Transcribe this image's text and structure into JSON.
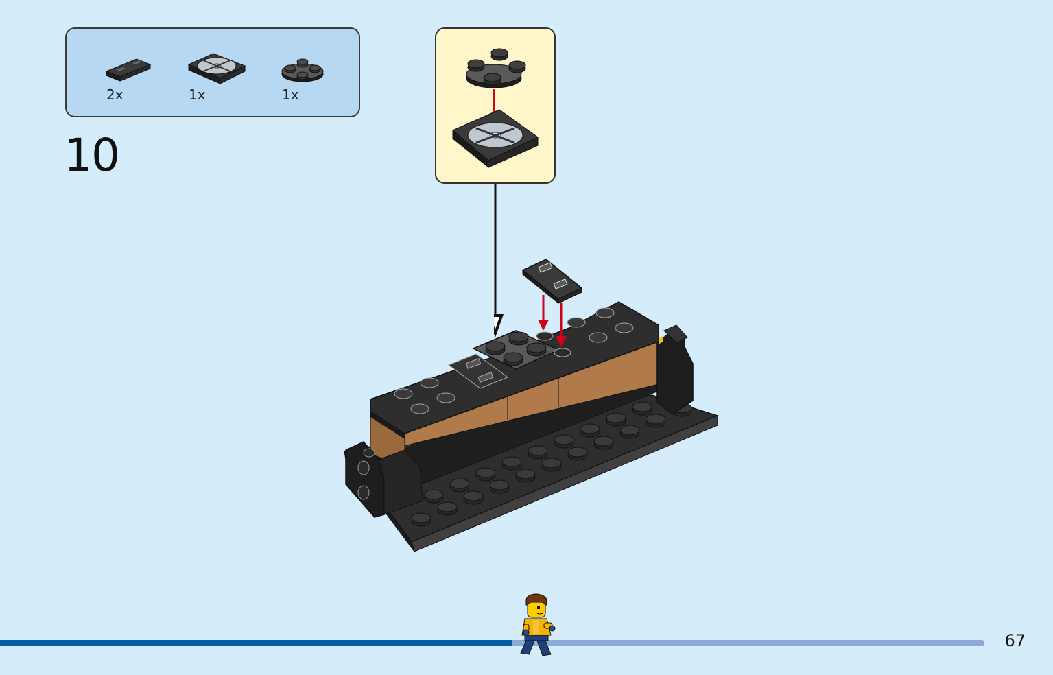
{
  "parts_list": [
    {
      "name": "tile-1x2-grille",
      "quantity": "2x",
      "color": "#2b2b2b"
    },
    {
      "name": "turntable-2x2-base",
      "quantity": "1x",
      "color": "#2b2b2b"
    },
    {
      "name": "plate-round-2x2",
      "quantity": "1x",
      "color": "#2b2b2b"
    }
  ],
  "step": {
    "number": "10"
  },
  "page": {
    "number": "67"
  },
  "progress": {
    "fraction": 0.52
  },
  "colors": {
    "background": "#d5ecfb",
    "parts_box": "#b6d8f3",
    "callout": "#fff6c9",
    "brick_black": "#2b2b2b",
    "brick_tan": "#b07a4a",
    "arrow_red": "#d0021b",
    "progress_done": "#005ea8",
    "progress_remaining": "#8ea9dc"
  }
}
